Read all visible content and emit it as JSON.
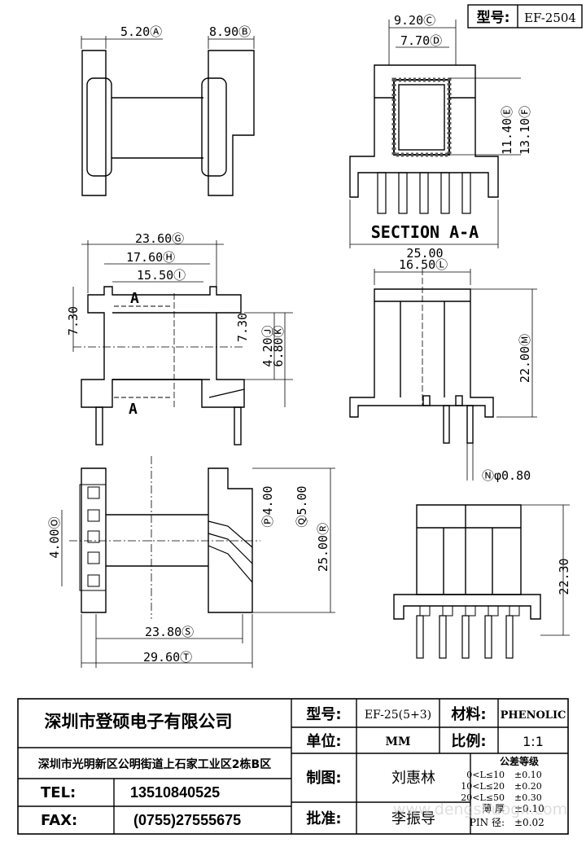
{
  "header": {
    "model_label": "型号:",
    "model_value": "EF-2504"
  },
  "dimensions": {
    "a": "5.20Ⓐ",
    "b": "8.90Ⓑ",
    "c": "9.20Ⓒ",
    "d": "7.70Ⓓ",
    "e": "11.40Ⓔ",
    "f": "13.10Ⓕ",
    "section": "SECTION A-A",
    "section_w": "25.00",
    "g": "23.60Ⓖ",
    "h": "17.60Ⓗ",
    "i": "15.50Ⓘ",
    "side_a": "7.30",
    "side_b": "7.30",
    "j": "4.20Ⓙ",
    "k": "6.80Ⓚ",
    "marker_a": "A",
    "l": "16.50Ⓛ",
    "m": "22.00Ⓜ",
    "n": "Ⓝφ0.80",
    "o": "4.00Ⓞ",
    "p": "Ⓟ4.00",
    "q": "Ⓠ5.00",
    "r": "25.00Ⓡ",
    "s": "23.80Ⓢ",
    "t": "29.60Ⓣ",
    "height_right": "22.30"
  },
  "title_block": {
    "company": "深圳市登硕电子有限公司",
    "address": "深圳市光明新区公明街道上石家工业区2栋B区",
    "tel_label": "TEL:",
    "tel": "13510840525",
    "fax_label": "FAX:",
    "fax": "(0755)27555675",
    "model_label": "型号:",
    "model": "EF-25(5+3)",
    "material_label": "材料:",
    "material": "PHENOLIC",
    "unit_label": "单位:",
    "unit": "MM",
    "scale_label": "比例:",
    "scale": "1:1",
    "drawn_label": "制图:",
    "drawn": "刘惠林",
    "approved_label": "批准:",
    "approved": "李振导",
    "tolerance_title": "公差等级",
    "tolerances": [
      {
        "range": "0<L≤10",
        "value": "±0.10"
      },
      {
        "range": "10<L≤20",
        "value": "±0.20"
      },
      {
        "range": "20<L≤50",
        "value": "±0.30"
      },
      {
        "range": "薄 厚",
        "value": "±0.10"
      },
      {
        "range": "PIN 径:",
        "value": "±0.02"
      }
    ],
    "watermark": "www.dengshuogx.com"
  }
}
